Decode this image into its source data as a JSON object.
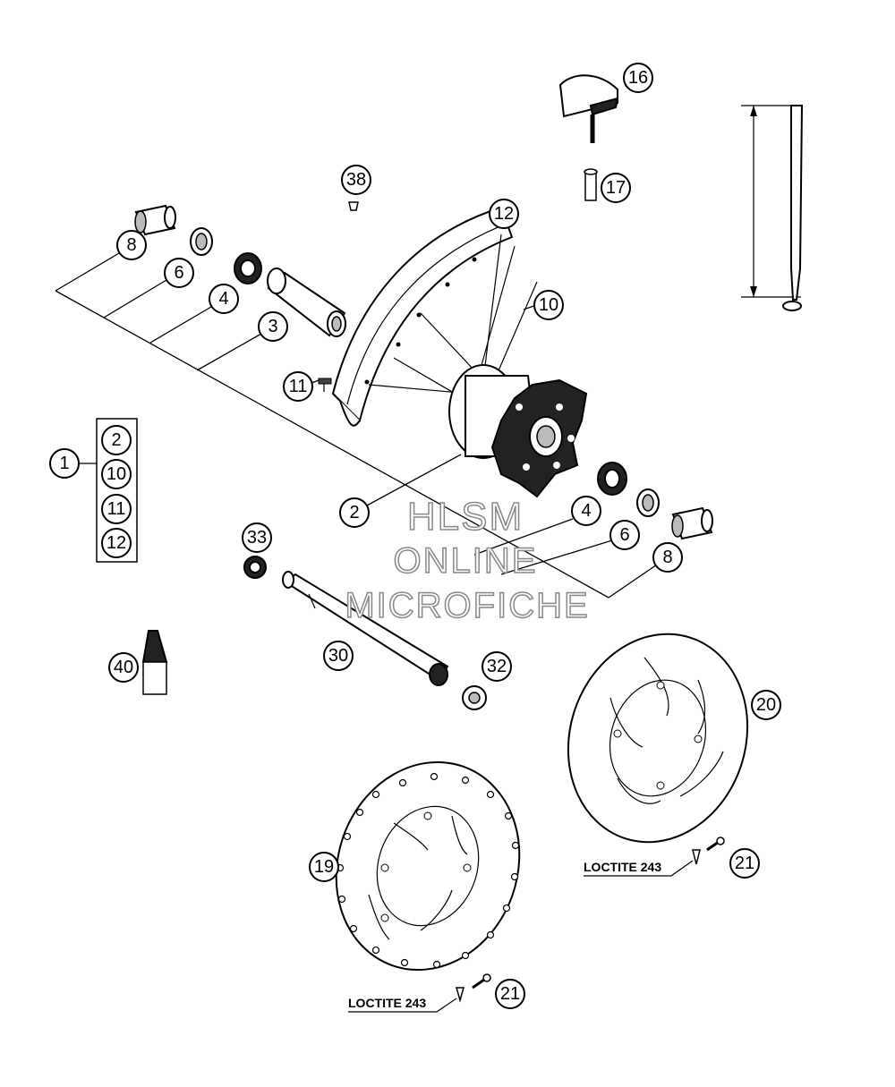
{
  "callouts": {
    "c1": "1",
    "c2a": "2",
    "c2b": "2",
    "c3": "3",
    "c4a": "4",
    "c4b": "4",
    "c6a": "6",
    "c6b": "6",
    "c8a": "8",
    "c8b": "8",
    "c10a": "10",
    "c10b": "10",
    "c11a": "11",
    "c11b": "11",
    "c12a": "12",
    "c12b": "12",
    "c16": "16",
    "c17": "17",
    "c19": "19",
    "c20": "20",
    "c21a": "21",
    "c21b": "21",
    "c30": "30",
    "c32": "32",
    "c33": "33",
    "c38": "38",
    "c40": "40"
  },
  "notes": {
    "loctite_top": "LOCTITE 243",
    "loctite_bottom": "LOCTITE 243"
  },
  "watermark": {
    "line1": "HLSM",
    "line2": "ONLINE",
    "line3": "MICROFICHE"
  }
}
